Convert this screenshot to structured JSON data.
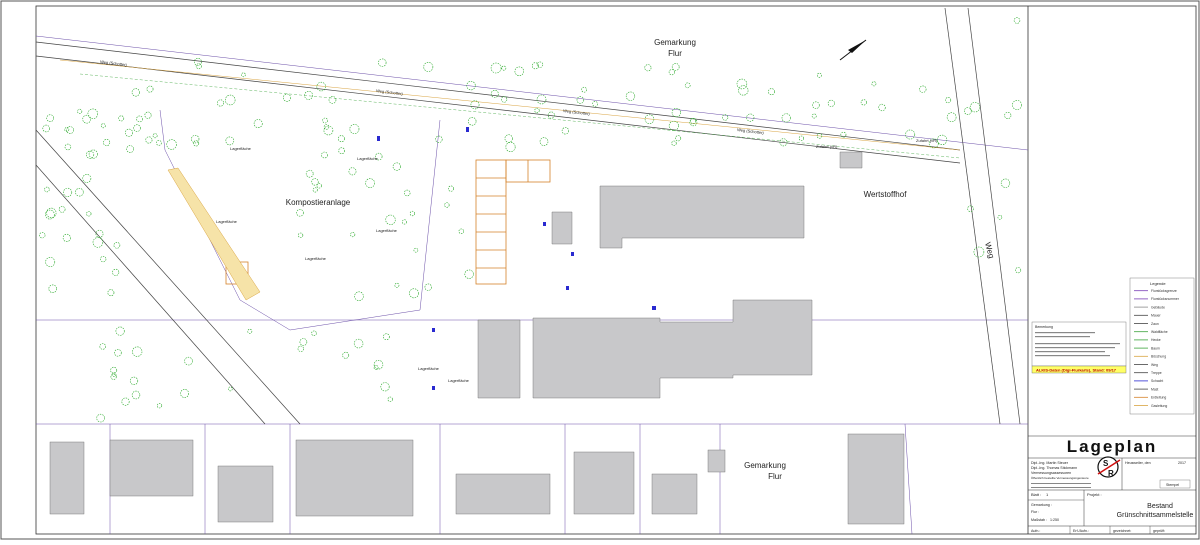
{
  "plan": {
    "gemarkung_top_1": "Gemarkung",
    "gemarkung_top_2": "Flur",
    "gemarkung_bottom_1": "Gemarkung",
    "gemarkung_bottom_2": "Flur",
    "kompostieranlage": "Kompostieranlage",
    "wertstoffhof": "Wertstoffhof",
    "weg": "Weg",
    "weg_schotter": "Weg (Schotter)",
    "lagerflaeche": "Lagerfläche",
    "zufahrt": "Zufahrt (vR)"
  },
  "legend": {
    "title": "Legende",
    "items": [
      "Flurstücksgrenze",
      "Flurstücksnummer",
      "Gebäude",
      "Mauer",
      "Zaun",
      "Waldfläche",
      "Hecke",
      "Baum",
      "Böschung",
      "Weg",
      "Treppe",
      "Schacht",
      "Mast",
      "Erdleitung",
      "Gasleitung"
    ]
  },
  "note": {
    "label": "Bemerkung",
    "status": "ALKIS-Daten (Digi-Flurkarte), Stand: 09/17"
  },
  "title_block": {
    "title": "Lageplan",
    "office_line1": "Dipl.-Ing. Martin Steuer",
    "office_line2": "Dipl.-Ing. Thomas Stickmann",
    "office_line3": "Vermessungsassessoren",
    "office_line4": "Öffentlich bestellte Vermessungsingenieure",
    "blatt_label": "Blatt :",
    "blatt_value": "1",
    "projekt_label": "Projekt :",
    "gemarkung_label": "Gemarkung :",
    "flur_label": "Flur :",
    "massstab_label": "Maßstab :",
    "massstab_value": "1:250",
    "projekt_line1": "Bestand",
    "projekt_line2": "Grünschnittsammelstelle",
    "aufn_label": "Aufn.:",
    "erf_label": "Erf./Aufn.:",
    "gez_label": "gezeichnet:",
    "gepr_label": "geprüft:",
    "date_label": "Heusweiler, den",
    "date_value": "2017",
    "stamp": "Stempel",
    "logo_s": "S",
    "logo_r": "R"
  }
}
